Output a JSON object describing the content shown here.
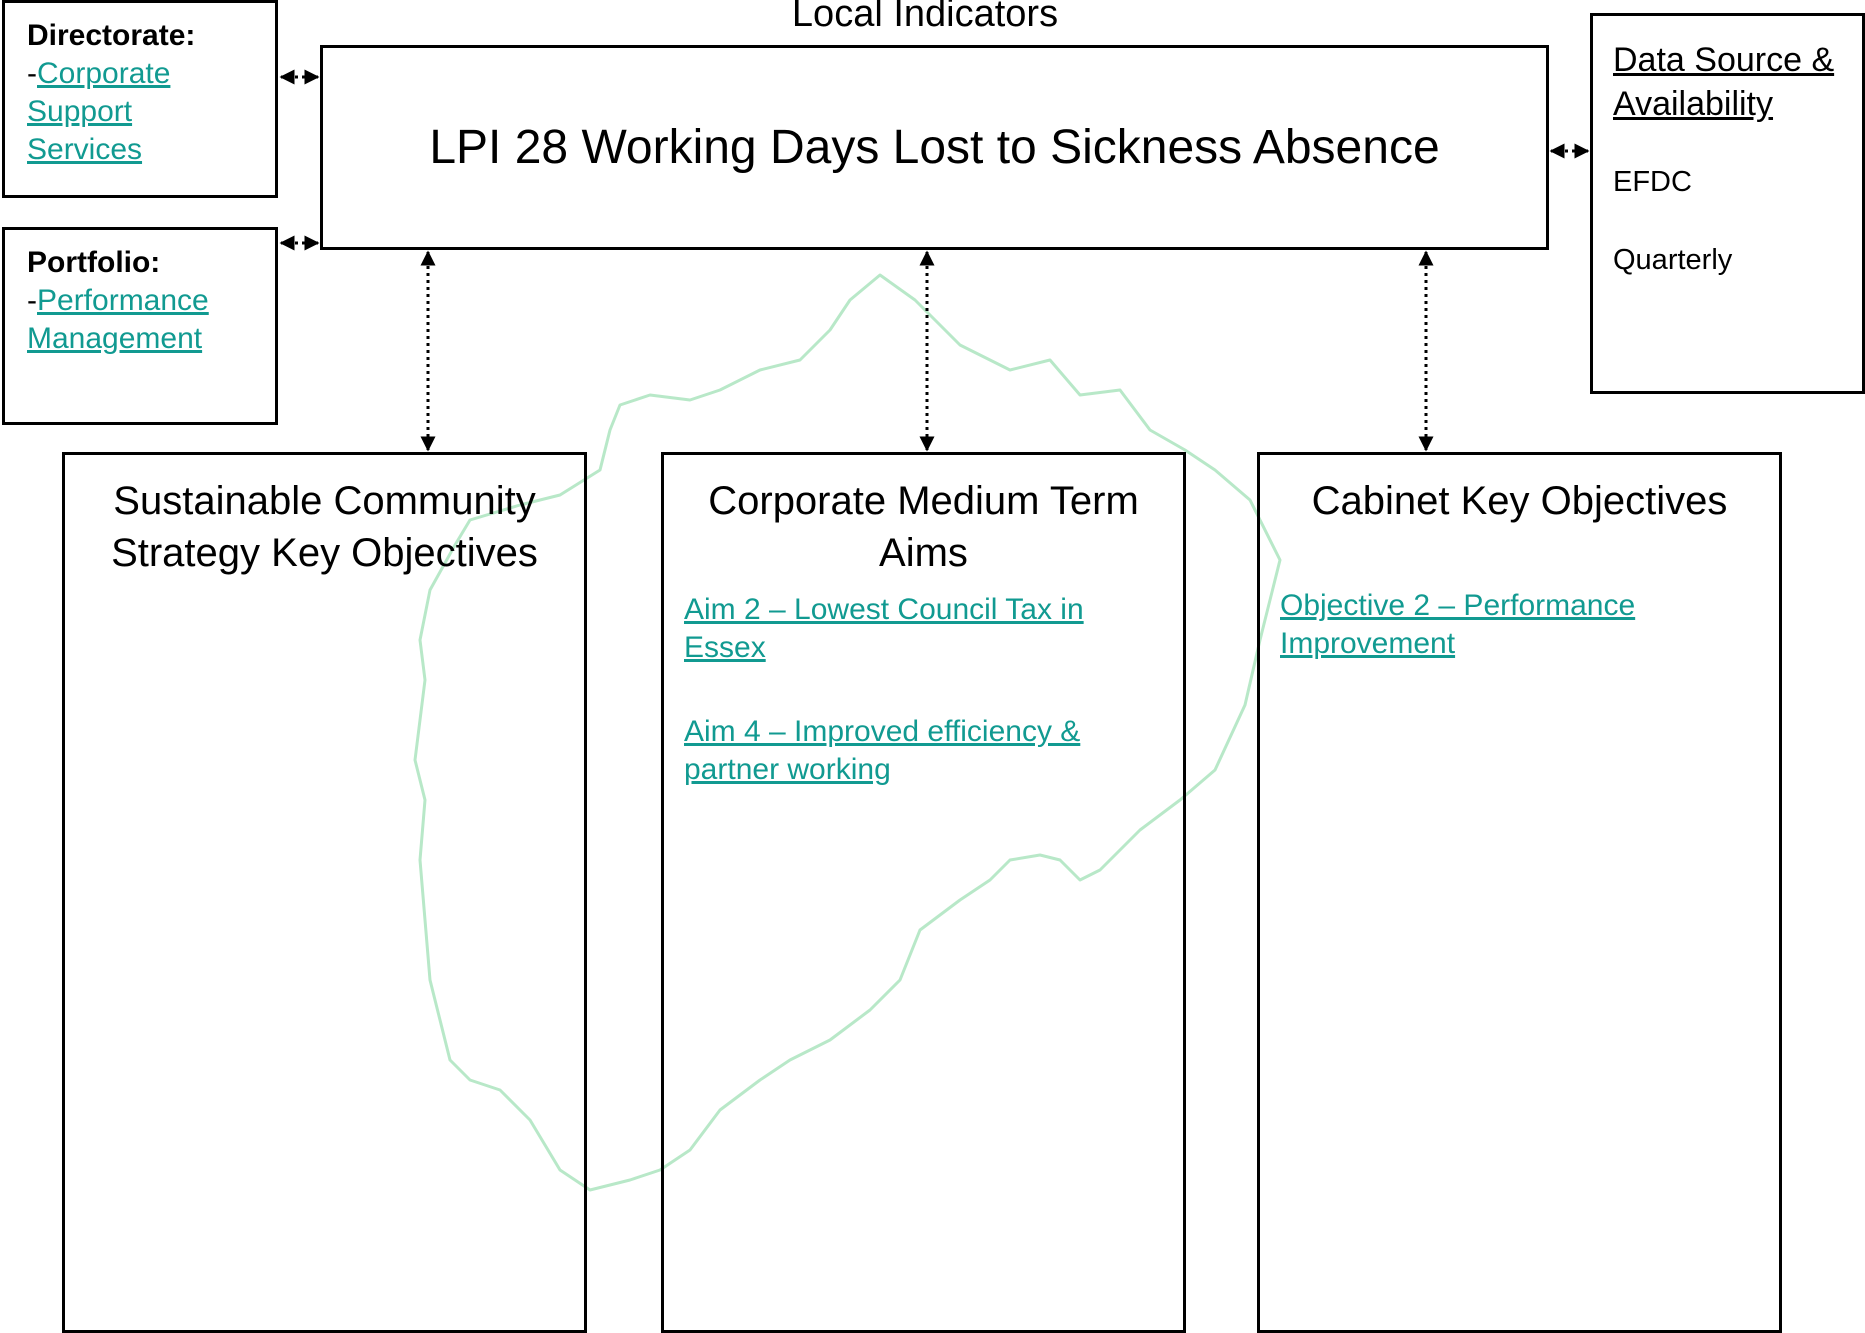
{
  "header": {
    "text": "Local Indicators"
  },
  "directorate": {
    "title": "Directorate:",
    "dash": "-",
    "link": "Corporate Support Services"
  },
  "portfolio": {
    "title": "Portfolio:",
    "dash": "-",
    "link": "Performance Management"
  },
  "indicator": {
    "title": "LPI 28 Working Days Lost to Sickness Absence"
  },
  "data_source": {
    "heading": "Data Source & Availability",
    "items": [
      "EFDC",
      "Quarterly"
    ]
  },
  "columns": [
    {
      "heading": "Sustainable Community Strategy Key Objectives",
      "links": []
    },
    {
      "heading": "Corporate Medium Term Aims",
      "links": [
        "Aim 2 – Lowest Council Tax in Essex",
        "Aim 4 – Improved efficiency & partner working"
      ]
    },
    {
      "heading": "Cabinet Key Objectives",
      "links": [
        "Objective 2 – Performance Improvement"
      ]
    }
  ],
  "colors": {
    "link": "#119a91",
    "border": "#000000",
    "watermark": "#b8e8c8"
  }
}
